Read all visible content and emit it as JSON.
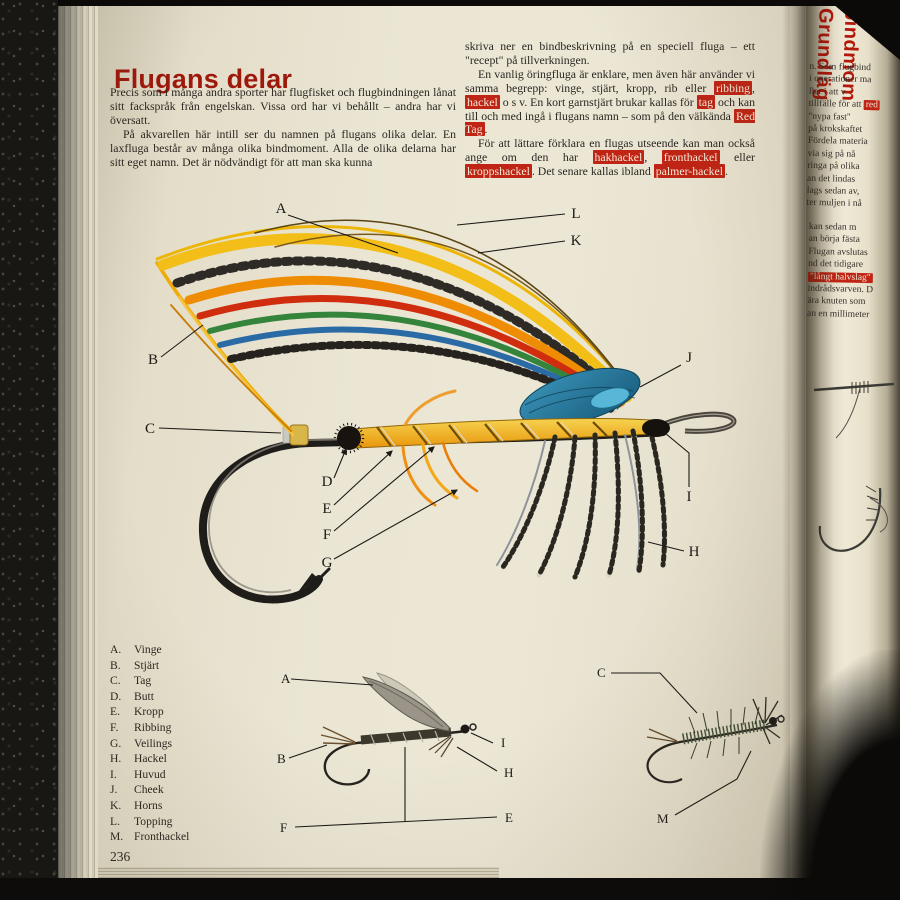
{
  "book": {
    "left_page": {
      "title": "Flugans delar",
      "page_number": "236",
      "col1": {
        "p1": [
          {
            "t": "Precis som i många andra sporter har flugfisket och flugbindningen lånat sitt fackspråk från engelskan. Vissa ord har vi behållt – andra har vi översatt."
          }
        ],
        "p2": [
          {
            "t": "På akvarellen här intill ser du namnen på flugans olika delar. En laxfluga består av många olika bindmoment. Alla de olika delarna har sitt eget namn. Det är nödvändigt för att man ska kunna"
          }
        ]
      },
      "col2": {
        "p1": [
          {
            "t": "skriva ner en bindbeskrivning på en speciell fluga – ett \"recept\" på tillverkningen."
          }
        ],
        "p2": [
          {
            "t": "En vanlig öringfluga är enklare, men även här använder vi samma begrepp: vinge, stjärt, kropp, rib eller "
          },
          {
            "t": "ribbing",
            "hl": true
          },
          {
            "t": ", "
          },
          {
            "t": "hackel",
            "hl": true
          },
          {
            "t": " o s v. En kort garnstjärt brukar kallas för "
          },
          {
            "t": "tag",
            "hl": true
          },
          {
            "t": " och kan till och med ingå i flugans namn – som på den välkända "
          },
          {
            "t": "Red Tag",
            "hl": true
          },
          {
            "t": "."
          }
        ],
        "p3": [
          {
            "t": "För att lättare förklara en flugas utseende kan man också ange om den har "
          },
          {
            "t": "hakhackel",
            "hl": true
          },
          {
            "t": ", "
          },
          {
            "t": "fronthackel",
            "hl": true
          },
          {
            "t": " eller "
          },
          {
            "t": "kroppshackel",
            "hl": true
          },
          {
            "t": ". Det senare kallas ibland "
          },
          {
            "t": "palmer-hackel",
            "hl": true
          },
          {
            "t": "."
          }
        ]
      },
      "legend": [
        {
          "letter": "A.",
          "term": "Vinge"
        },
        {
          "letter": "B.",
          "term": "Stjärt"
        },
        {
          "letter": "C.",
          "term": "Tag"
        },
        {
          "letter": "D.",
          "term": "Butt"
        },
        {
          "letter": "E.",
          "term": "Kropp"
        },
        {
          "letter": "F.",
          "term": "Ribbing"
        },
        {
          "letter": "G.",
          "term": "Veilings"
        },
        {
          "letter": "H.",
          "term": "Hackel"
        },
        {
          "letter": "I.",
          "term": "Huvud"
        },
        {
          "letter": "J.",
          "term": "Cheek"
        },
        {
          "letter": "K.",
          "term": "Horns"
        },
        {
          "letter": "L.",
          "term": "Topping"
        },
        {
          "letter": "M.",
          "term": "Fronthackel"
        }
      ],
      "fly_labels": {
        "A": "A",
        "B": "B",
        "C": "C",
        "D": "D",
        "E": "E",
        "F": "F",
        "G": "G",
        "H": "H",
        "I": "I",
        "J": "J",
        "K": "K",
        "L": "L",
        "M": "M"
      }
    },
    "right_page": {
      "title_line1": "Grundläg",
      "title_line2": "bindmom",
      "lines": [
        [
          {
            "t": "n. Som flugbind"
          }
        ],
        [
          {
            "t": "i operationer ma"
          }
        ],
        [
          {
            "t": "ller i att v"
          }
        ],
        [
          {
            "t": "tillfälle för att "
          },
          {
            "t": "red",
            "hl": true
          }
        ],
        [
          {
            "t": "\"nypa fast\""
          }
        ],
        [
          {
            "t": "på krokskaftet"
          }
        ],
        [
          {
            "t": "Fördela materia"
          }
        ],
        [
          {
            "t": "via sig på nå"
          }
        ],
        [
          {
            "t": "ringa på olika"
          }
        ],
        [
          {
            "t": "an det lindas"
          }
        ],
        [
          {
            "t": "lags sedan av,"
          }
        ],
        [
          {
            "t": "ter muljen i nå"
          }
        ],
        [
          {
            "t": "kan sedan m"
          }
        ],
        [
          {
            "t": "an börja fästa"
          }
        ],
        [
          {
            "t": "Flugan avslutas"
          }
        ],
        [
          {
            "t": "nd det tidigare"
          }
        ],
        [
          {
            "t": "\"långt halvslag\"",
            "hl": true
          }
        ],
        [
          {
            "t": "indrådsvarven. D"
          }
        ],
        [
          {
            "t": "ära knuten som"
          }
        ],
        [
          {
            "t": "an en millimeter"
          }
        ]
      ]
    }
  }
}
